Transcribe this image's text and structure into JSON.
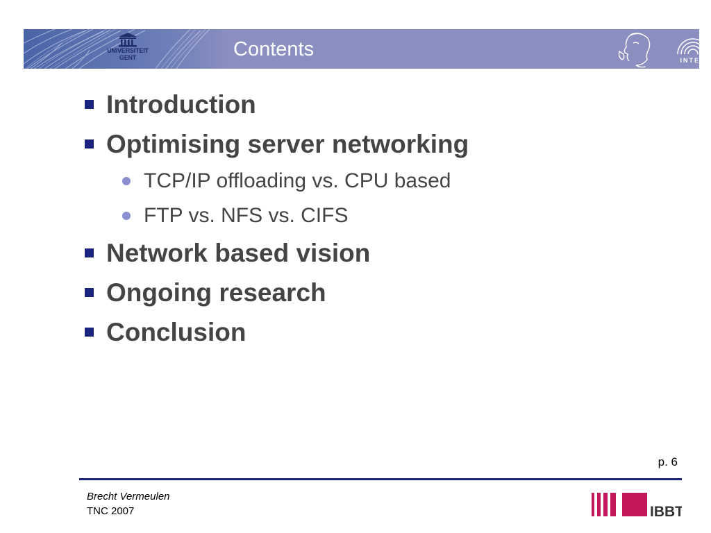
{
  "header": {
    "title": "Contents",
    "university_logo": {
      "line1": "UNIVERSITEIT",
      "line2": "GENT"
    },
    "intec_logo": {
      "label": "INTEC"
    }
  },
  "bullets": [
    {
      "level": 1,
      "text": "Introduction"
    },
    {
      "level": 1,
      "text": "Optimising server networking"
    },
    {
      "level": 2,
      "text": "TCP/IP offloading vs. CPU based"
    },
    {
      "level": 2,
      "text": "FTP vs. NFS vs. CIFS"
    },
    {
      "level": 1,
      "text": "Network based vision"
    },
    {
      "level": 1,
      "text": "Ongoing research"
    },
    {
      "level": 1,
      "text": "Conclusion"
    }
  ],
  "footer": {
    "page": "p. 6",
    "author": "Brecht Vermeulen",
    "event": "TNC 2007",
    "ibbt_logo": "IBBT"
  },
  "colors": {
    "header_bg": "#8a8fc0",
    "bullet_square": "#1a237e",
    "bullet_dot": "#8a8fd0",
    "footer_line": "#1a237e",
    "ibbt_magenta": "#c2185b"
  }
}
